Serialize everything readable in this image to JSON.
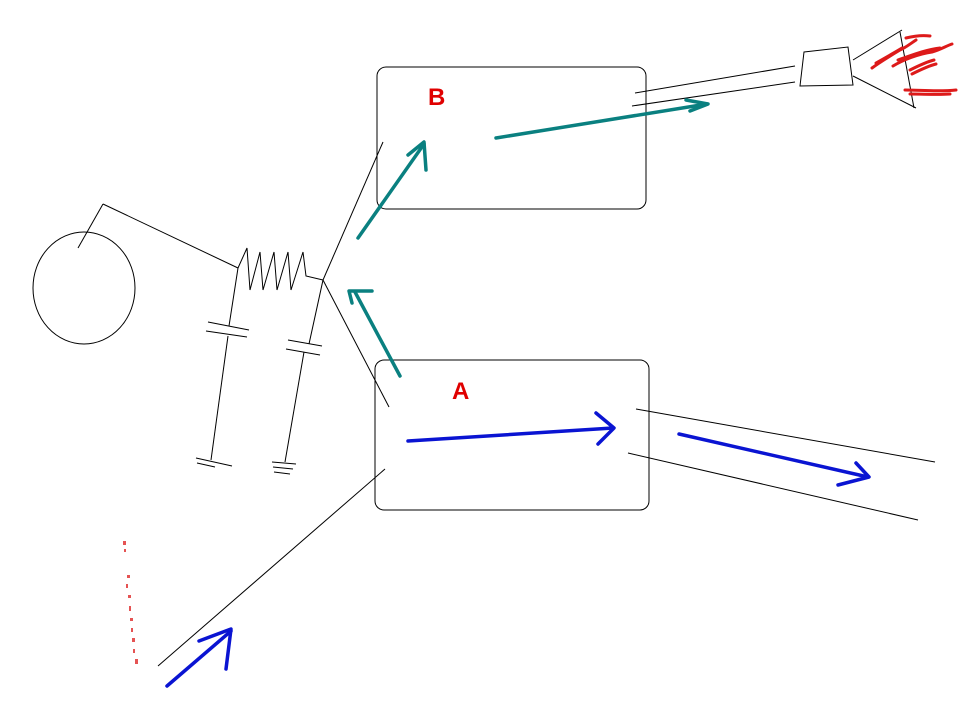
{
  "diagram": {
    "box_b": {
      "label": "B"
    },
    "box_a": {
      "label": "A"
    }
  },
  "colors": {
    "line": "#000000",
    "label": "#e00000",
    "teal_arrow": "#0a8080",
    "blue_arrow": "#0a14d2",
    "scribble": "#dd1a1a"
  },
  "icons": [
    "circle-shape",
    "resistor-zigzag",
    "capacitor-symbol",
    "ground-symbol",
    "lamp-symbol",
    "light-rays-scribble"
  ]
}
